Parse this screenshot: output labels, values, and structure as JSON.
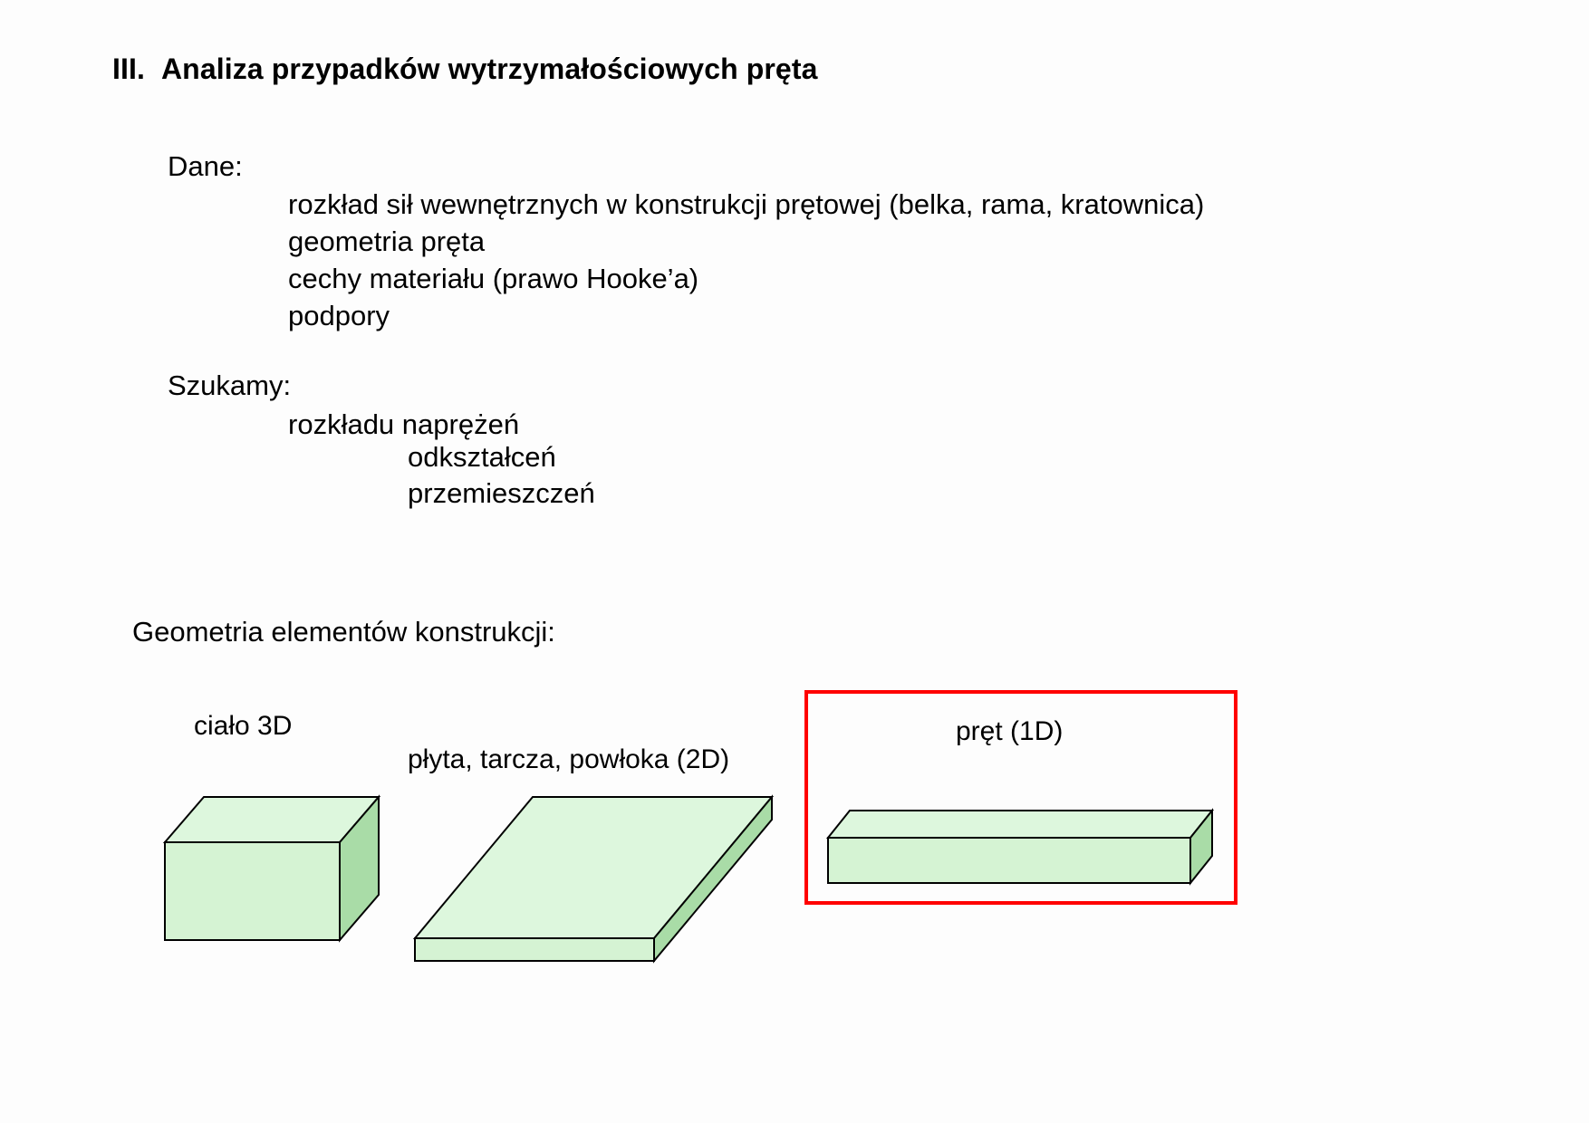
{
  "slide": {
    "title": {
      "numeral": "III.",
      "text": "Analiza przypadków wytrzymałościowych pręta"
    },
    "given": {
      "label": "Dane:",
      "items": [
        "rozkład sił wewnętrznych w konstrukcji prętowej (belka, rama, kratownica)",
        "geometria pręta",
        "cechy materiału (prawo Hooke’a)",
        "podpory"
      ]
    },
    "sought": {
      "label": "Szukamy:",
      "items": [
        "rozkładu naprężeń",
        "odkształceń",
        "przemieszczeń"
      ]
    },
    "geometry_section": {
      "heading": "Geometria elementów konstrukcji:",
      "figures": [
        {
          "label": "ciało 3D",
          "kind": "cube-3d",
          "highlighted": false
        },
        {
          "label": "płyta, tarcza, powłoka (2D)",
          "kind": "plate-2d",
          "highlighted": false
        },
        {
          "label": "pręt (1D)",
          "kind": "bar-1d",
          "highlighted": true
        }
      ]
    },
    "colors": {
      "shape_top_fill": "#ddf7dd",
      "shape_front_fill": "#d5f3d3",
      "shape_side_fill": "#a9dca7",
      "shape_outline": "#000000",
      "highlight_box": "#ff0000",
      "text": "#000000",
      "background": "#fdfdfd"
    }
  }
}
